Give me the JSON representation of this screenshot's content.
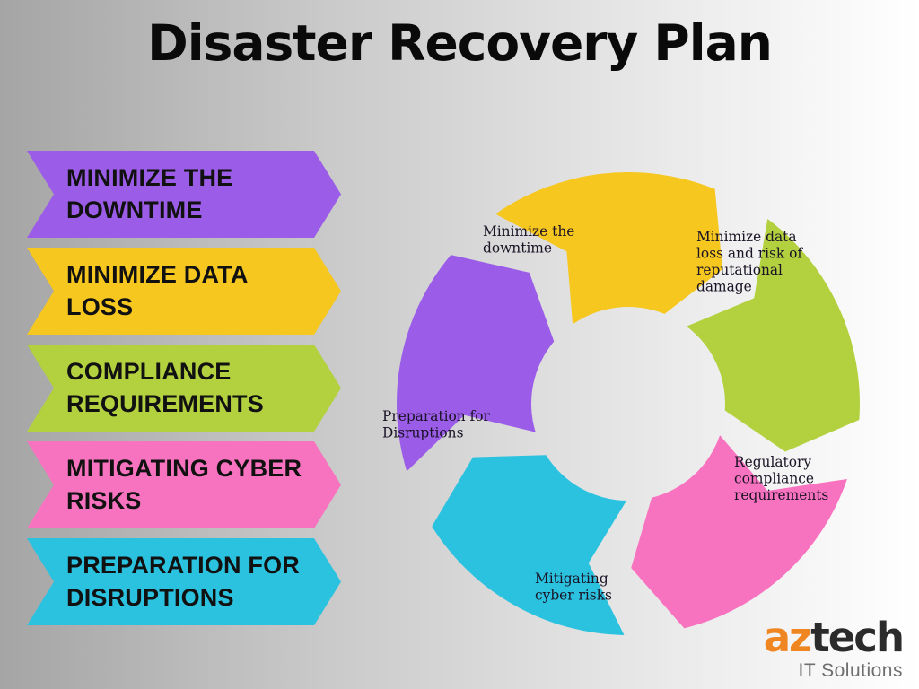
{
  "page": {
    "title": "Disaster Recovery Plan",
    "background_left": "#a5a5a5",
    "background_right": "#ffffff"
  },
  "banners": [
    {
      "label": "MINIMIZE THE DOWNTIME",
      "color": "#9b5de8"
    },
    {
      "label": "MINIMIZE DATA LOSS",
      "color": "#f6c71e"
    },
    {
      "label": "COMPLIANCE REQUIREMENTS",
      "color": "#b3d13f"
    },
    {
      "label": "MITIGATING CYBER RISKS",
      "color": "#f873bf"
    },
    {
      "label": "PREPARATION FOR DISRUPTIONS",
      "color": "#2bc2e0"
    }
  ],
  "chart_data": {
    "type": "pie",
    "title": "Disaster Recovery Plan",
    "subtype": "donut-arrow-cycle",
    "legend": "none",
    "inner_radius_ratio": 0.42,
    "values": [
      20,
      20,
      20,
      20,
      20
    ],
    "categories": [
      "Minimize the downtime",
      "Minimize data loss and risk of reputational damage",
      "Regulatory compliance requirements",
      "Mitigating cyber risks",
      "Preparation for Disruptions"
    ],
    "colors": [
      "#9b5de8",
      "#f6c71e",
      "#b3d13f",
      "#f873bf",
      "#2bc2e0"
    ],
    "segments": [
      {
        "name": "Minimize the downtime",
        "color": "#9b5de8",
        "start_angle": -72,
        "end_angle": 0,
        "lines": [
          "Minimize the",
          "downtime"
        ],
        "label_x": 140,
        "label_y": 115,
        "anchor": "start"
      },
      {
        "name": "Minimize data loss and risk of reputational damage",
        "color": "#f6c71e",
        "start_angle": 0,
        "end_angle": 72,
        "lines": [
          "Minimize data",
          "loss and risk of",
          "reputational",
          "damage"
        ],
        "label_x": 378,
        "label_y": 121,
        "anchor": "start"
      },
      {
        "name": "Regulatory compliance requirements",
        "color": "#b3d13f",
        "start_angle": 72,
        "end_angle": 144,
        "lines": [
          "Regulatory",
          "compliance",
          "requirements"
        ],
        "label_x": 420,
        "label_y": 372,
        "anchor": "start"
      },
      {
        "name": "Mitigating cyber risks",
        "color": "#f873bf",
        "start_angle": 144,
        "end_angle": 216,
        "lines": [
          "Mitigating",
          "cyber risks"
        ],
        "label_x": 198,
        "label_y": 502,
        "anchor": "start"
      },
      {
        "name": "Preparation for Disruptions",
        "color": "#2bc2e0",
        "start_angle": 216,
        "end_angle": 288,
        "lines": [
          "Preparation for",
          "Disruptions"
        ],
        "label_x": 28,
        "label_y": 321,
        "anchor": "start"
      }
    ]
  },
  "logo": {
    "part_orange": "az",
    "part_dark": "tech",
    "tagline": "IT Solutions",
    "orange": "#f08622",
    "dark": "#2b2b2b"
  }
}
